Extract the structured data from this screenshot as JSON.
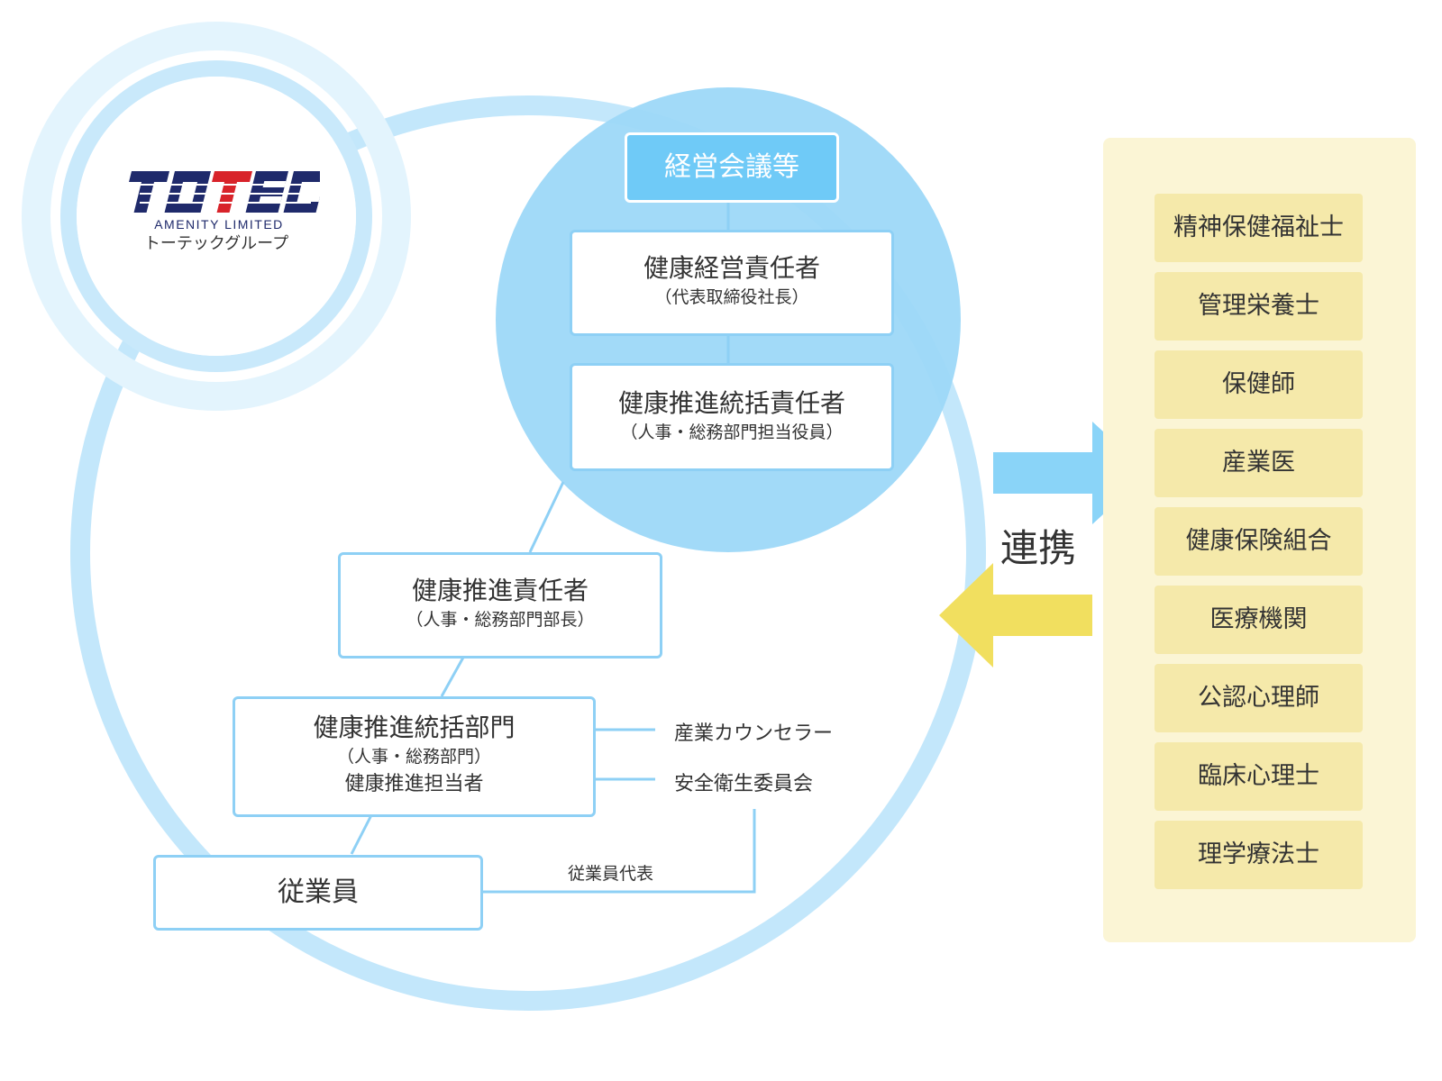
{
  "logo": {
    "brand": "TOTEC",
    "subtitle": "AMENITY LIMITED",
    "group_name": "トーテックグループ"
  },
  "hierarchy": {
    "top": "経営会議等",
    "level1": {
      "title": "健康経営責任者",
      "sub": "（代表取締役社長）"
    },
    "level2": {
      "title": "健康推進統括責任者",
      "sub": "（人事・総務部門担当役員）"
    },
    "level3": {
      "title": "健康推進責任者",
      "sub": "（人事・総務部門部長）"
    },
    "level4": {
      "title": "健康推進統括部門",
      "sub": "（人事・総務部門）",
      "sub2": "健康推進担当者"
    },
    "level5": {
      "title": "従業員"
    }
  },
  "side_labels": {
    "counselor": "産業カウンセラー",
    "safety_committee": "安全衛生委員会",
    "employee_rep": "従業員代表"
  },
  "link_label": "連携",
  "partners": [
    "精神保健福祉士",
    "管理栄養士",
    "保健師",
    "産業医",
    "健康保険組合",
    "医療機関",
    "公認心理師",
    "臨床心理士",
    "理学療法士"
  ],
  "colors": {
    "light_blue": "#bfe6fb",
    "circle_blue": "#9dd8f8",
    "node_border": "#8ed0f5",
    "top_fill": "#6fcaf7",
    "arrow_blue": "#8ad4f8",
    "arrow_yellow": "#f1df5f",
    "panel": "#fbf5d5",
    "partner_fill": "#f5e9aa",
    "logo_navy": "#1f2a6b",
    "logo_red": "#d8232a"
  }
}
